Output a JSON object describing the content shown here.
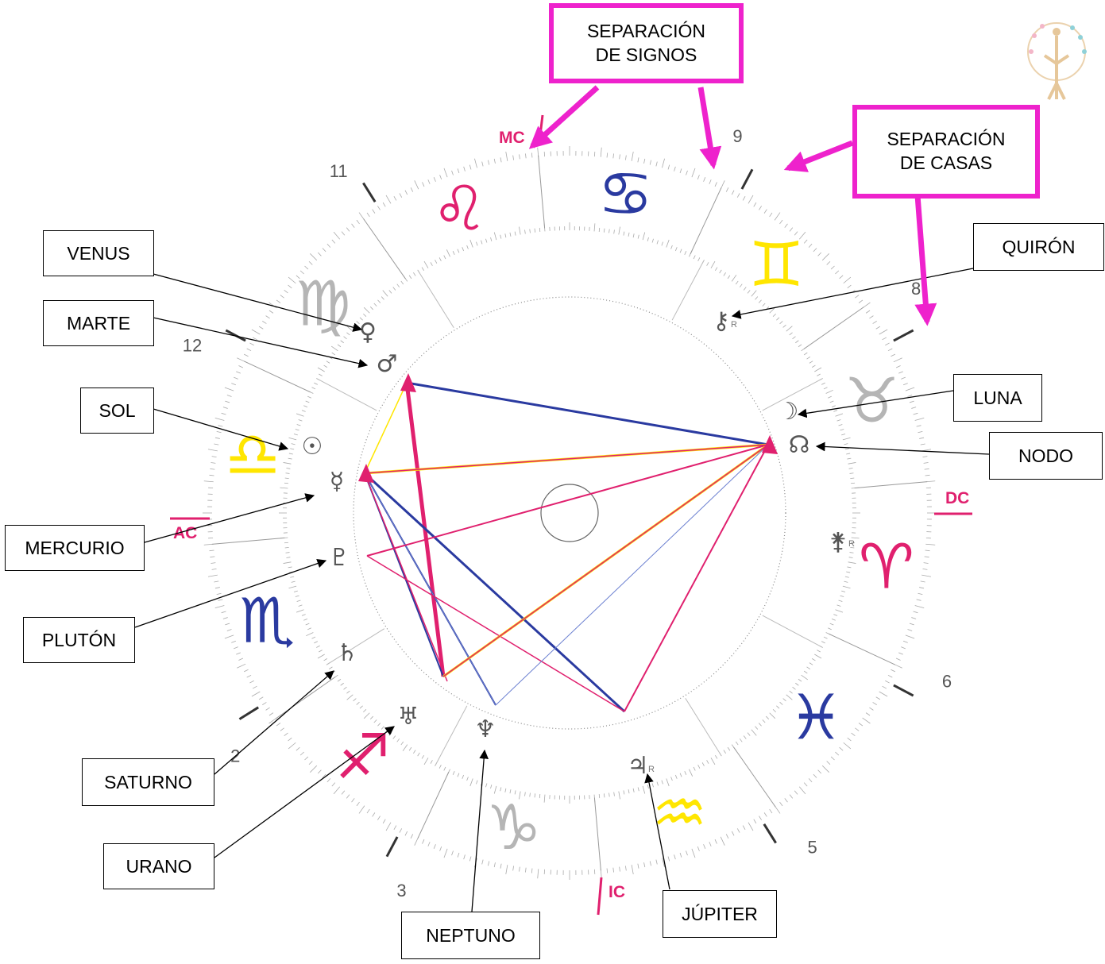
{
  "chart": {
    "angle_labels": {
      "mc": "MC",
      "ic": "IC",
      "ac": "AC",
      "dc": "DC"
    },
    "accent_color": "#e0206e",
    "callout_color": "#ee22cc",
    "aspect_colors": {
      "blue": "#2a3aa0",
      "pink": "#e0206e",
      "yellow": "#ffe600",
      "light_blue": "#6a7fd0"
    },
    "signs": [
      {
        "id": "cancer",
        "name": "cancer-icon",
        "glyph": "♋",
        "color": "#2a3aa0"
      },
      {
        "id": "gemini",
        "name": "gemini-icon",
        "glyph": "♊",
        "color": "#ffe600"
      },
      {
        "id": "taurus",
        "name": "taurus-icon",
        "glyph": "♉",
        "color": "#b5b5b5"
      },
      {
        "id": "aries",
        "name": "aries-icon",
        "glyph": "♈",
        "color": "#e0206e"
      },
      {
        "id": "pisces",
        "name": "pisces-icon",
        "glyph": "♓",
        "color": "#2a3aa0"
      },
      {
        "id": "aquarius",
        "name": "aquarius-icon",
        "glyph": "♒",
        "color": "#ffe600"
      },
      {
        "id": "capricorn",
        "name": "capricorn-icon",
        "glyph": "♑",
        "color": "#b5b5b5"
      },
      {
        "id": "sagittarius",
        "name": "sagittarius-icon",
        "glyph": "♐",
        "color": "#e0206e"
      },
      {
        "id": "scorpio",
        "name": "scorpio-icon",
        "glyph": "♏",
        "color": "#2a3aa0"
      },
      {
        "id": "libra",
        "name": "libra-icon",
        "glyph": "♎",
        "color": "#ffe600"
      },
      {
        "id": "virgo",
        "name": "virgo-icon",
        "glyph": "♍",
        "color": "#b5b5b5"
      },
      {
        "id": "leo",
        "name": "leo-icon",
        "glyph": "♌",
        "color": "#e0206e"
      }
    ],
    "house_numbers": [
      "9",
      "8",
      "6",
      "5",
      "3",
      "2",
      "12",
      "11"
    ],
    "planets": [
      {
        "id": "venus",
        "name": "venus-icon",
        "glyph": "♀"
      },
      {
        "id": "mars",
        "name": "mars-icon",
        "glyph": "♂"
      },
      {
        "id": "sun",
        "name": "sun-icon",
        "glyph": "☉"
      },
      {
        "id": "mercury",
        "name": "mercury-icon",
        "glyph": "☿"
      },
      {
        "id": "pluto",
        "name": "pluto-icon",
        "glyph": "♇"
      },
      {
        "id": "saturn",
        "name": "saturn-icon",
        "glyph": "♄"
      },
      {
        "id": "uranus",
        "name": "uranus-icon",
        "glyph": "♅"
      },
      {
        "id": "neptune",
        "name": "neptune-icon",
        "glyph": "♆"
      },
      {
        "id": "jupiter",
        "name": "jupiter-icon",
        "glyph": "♃"
      },
      {
        "id": "chiron",
        "name": "chiron-icon",
        "glyph": "⚷"
      },
      {
        "id": "moon",
        "name": "moon-icon",
        "glyph": "☽"
      },
      {
        "id": "node",
        "name": "node-icon",
        "glyph": "☊"
      },
      {
        "id": "vesta",
        "name": "retrograde-asteroid-icon",
        "glyph": "⚵"
      }
    ],
    "retrograde_mark": "R"
  },
  "labels": {
    "venus": "VENUS",
    "marte": "MARTE",
    "sol": "SOL",
    "mercurio": "MERCURIO",
    "pluton": "PLUTÓN",
    "saturno": "SATURNO",
    "urano": "URANO",
    "neptuno": "NEPTUNO",
    "jupiter": "JÚPITER",
    "quiron": "QUIRÓN",
    "luna": "LUNA",
    "nodo": "NODO"
  },
  "callouts": {
    "signos_line1": "SEPARACIÓN",
    "signos_line2": "DE SIGNOS",
    "casas_line1": "SEPARACIÓN",
    "casas_line2": "DE CASAS"
  }
}
